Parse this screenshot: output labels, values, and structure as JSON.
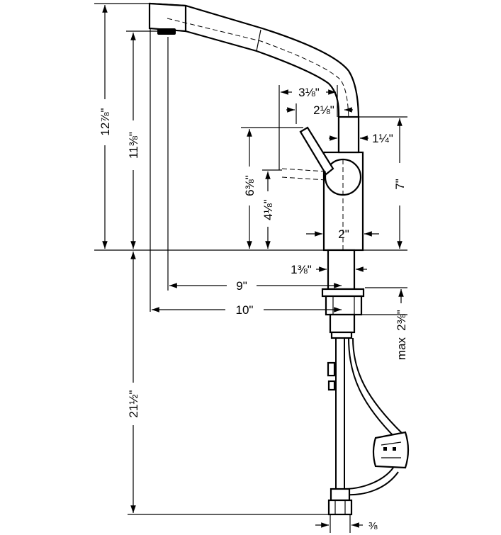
{
  "dimensions": {
    "overall_height": "12⅞\"",
    "spout_height": "11⅜\"",
    "lever_top_height": "6⅜\"",
    "lever_axis_height": "4⅛\"",
    "body_height": "7\"",
    "lever_reach": "3⅛\"",
    "lever_offset": "2⅛\"",
    "spout_diameter": "1¼\"",
    "body_diameter": "2\"",
    "shank_diameter": "1⅜\"",
    "reach_to_aerator": "9\"",
    "reach_to_tip": "10\"",
    "deck_thickness_label": "max",
    "deck_thickness_value": "2⅜\"",
    "below_deck_length": "21½\"",
    "connection_size": "⅜"
  },
  "colors": {
    "line": "#000000",
    "background": "#ffffff"
  }
}
